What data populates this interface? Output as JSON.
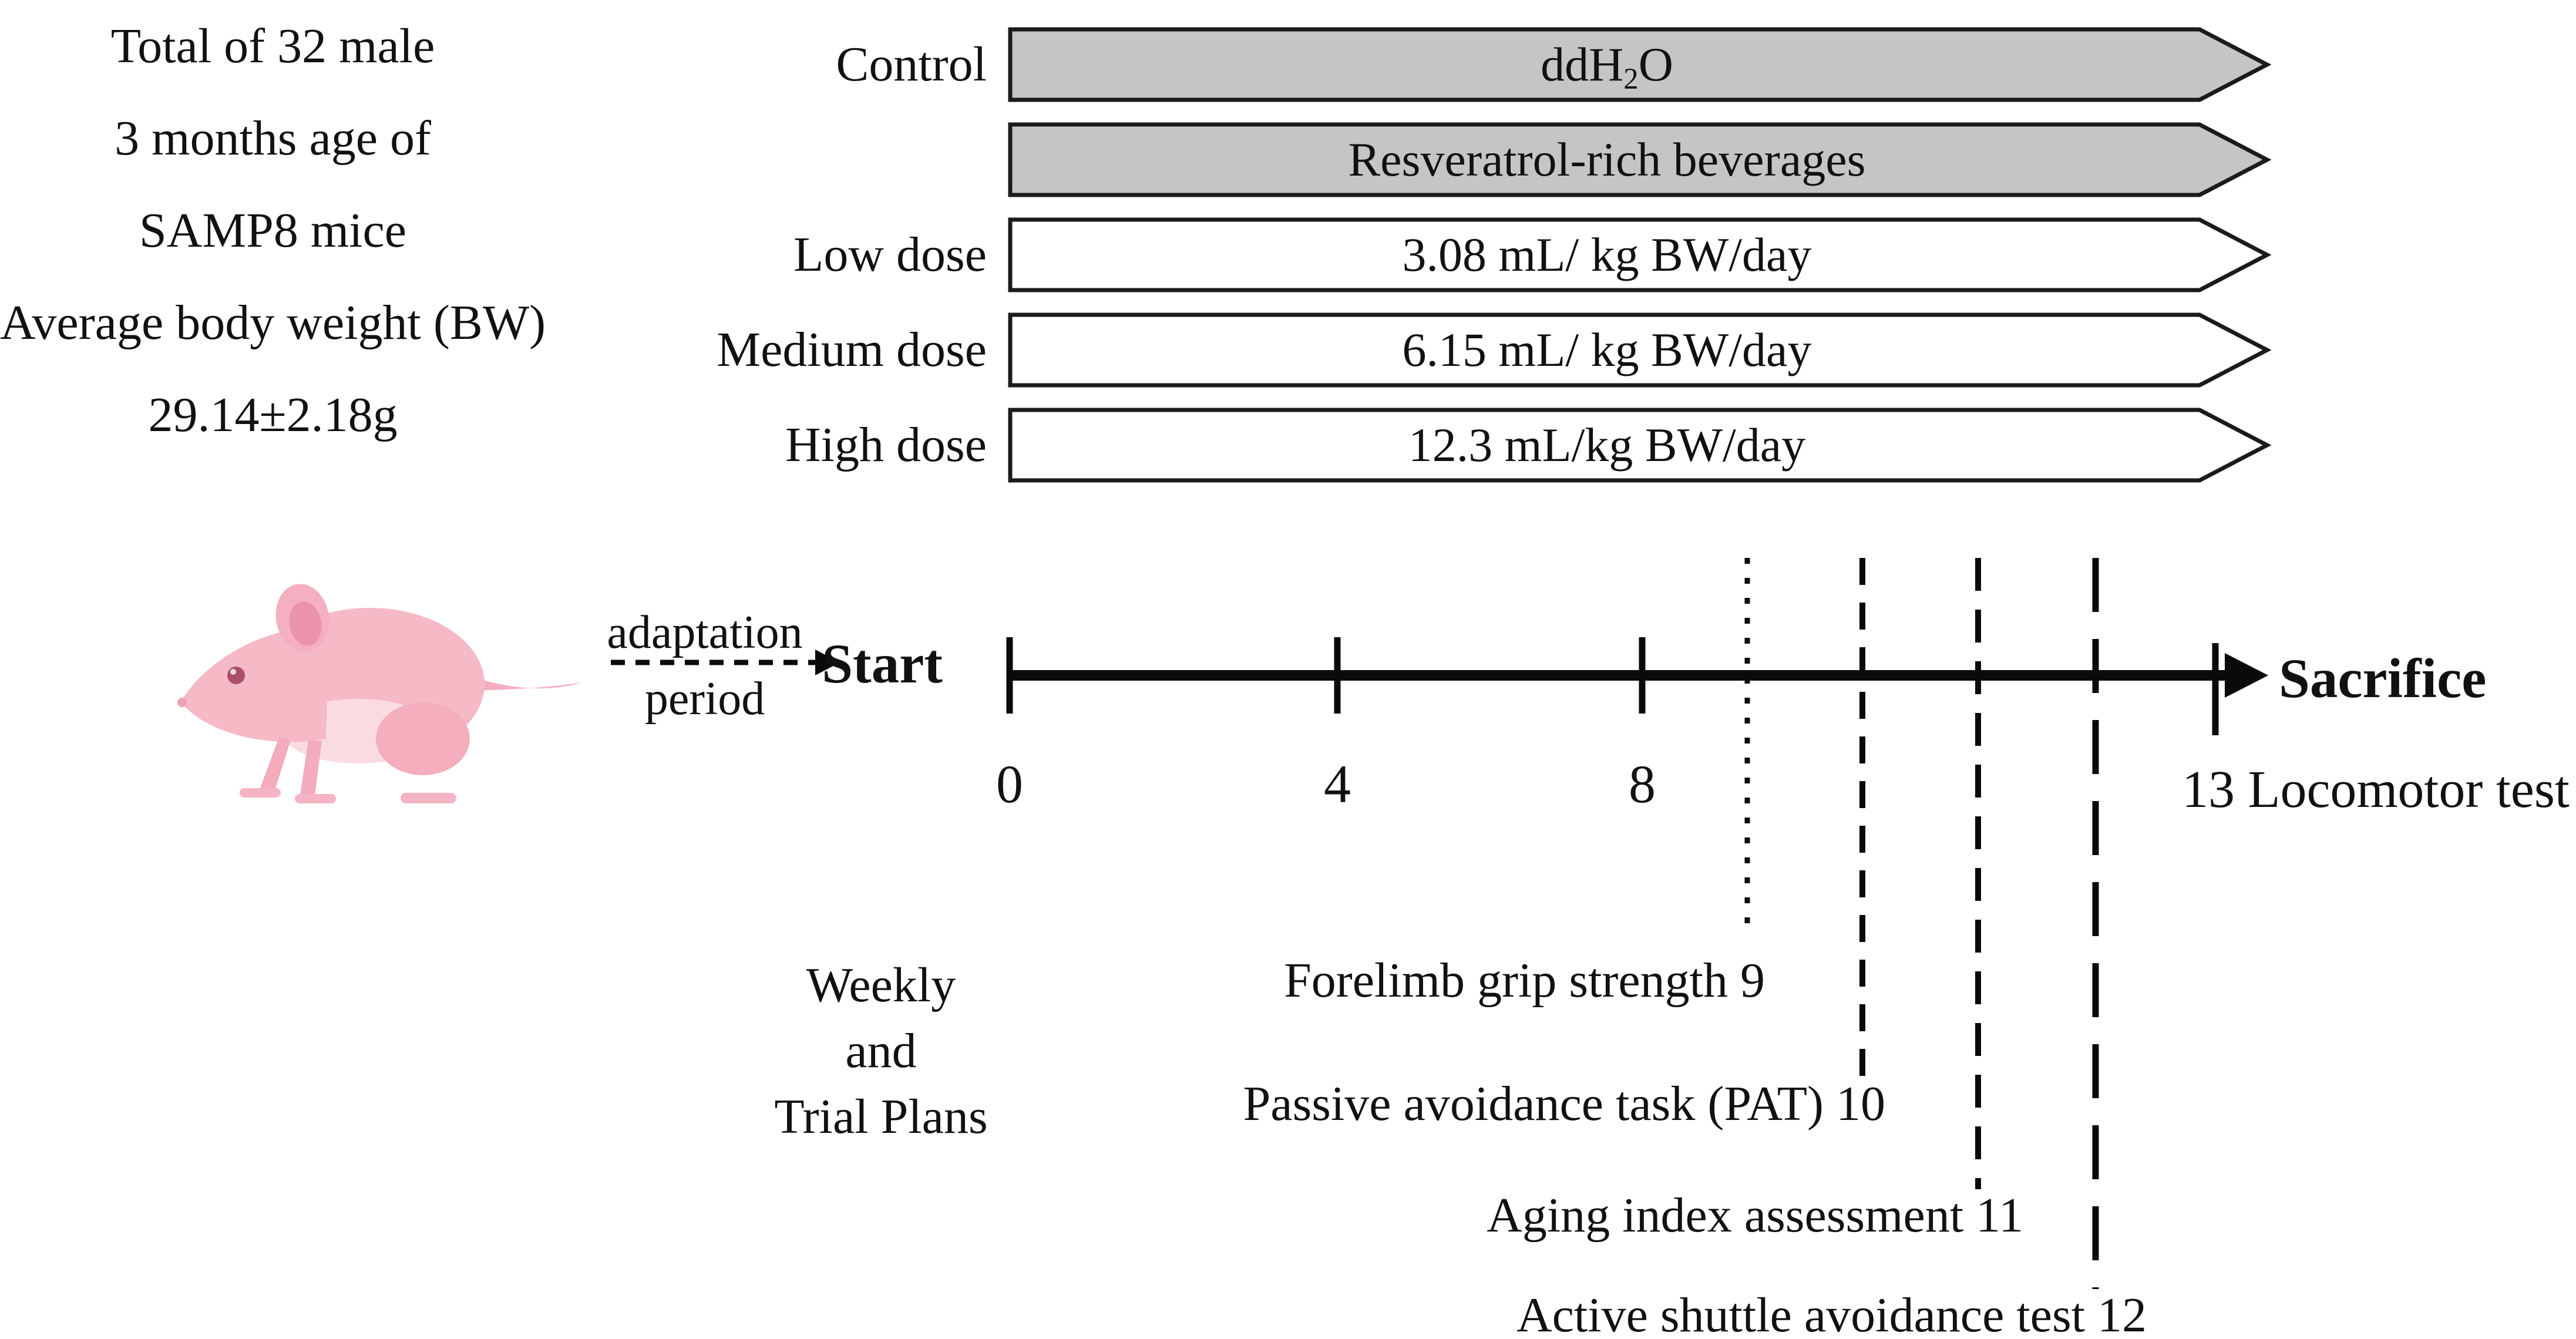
{
  "figure": {
    "background": "#ffffff",
    "text_color": "#111111",
    "bar_gray": "#c5c5c5",
    "bar_white": "#ffffff",
    "bar_border": "#1b1b1b",
    "timeline_color": "#0a0a0a",
    "mouse_pink": "#f6b9c6"
  },
  "subject_info": {
    "line1": "Total of 32 male",
    "line2": "3 months age of",
    "line3": "SAMP8 mice",
    "line4": "Average body weight (BW)",
    "line5": "29.14±2.18g"
  },
  "dose_bars": {
    "control": {
      "label": "Control",
      "content_prefix": "ddH",
      "content_sub": "2",
      "content_suffix": "O"
    },
    "resveratrol": {
      "content": "Resveratrol-rich beverages"
    },
    "low": {
      "label": "Low dose",
      "content": "3.08 mL/ kg BW/day"
    },
    "medium": {
      "label": "Medium dose",
      "content": "6.15 mL/ kg BW/day"
    },
    "high": {
      "label": "High dose",
      "content": "12.3 mL/kg BW/day"
    }
  },
  "timeline": {
    "adaptation_line1": "adaptation",
    "adaptation_line2": "period",
    "start_label": "Start",
    "end_label": "Sacrifice",
    "week0": "0",
    "week4": "4",
    "week8": "8",
    "final_label": "13 Locomotor test"
  },
  "trial_plans": {
    "header_line1": "Weekly",
    "header_line2": "and",
    "header_line3": "Trial Plans",
    "tests": {
      "forelimb": "Forelimb grip strength 9",
      "passive": "Passive avoidance task (PAT) 10",
      "aging": "Aging index assessment 11",
      "active": "Active shuttle avoidance test 12"
    }
  }
}
